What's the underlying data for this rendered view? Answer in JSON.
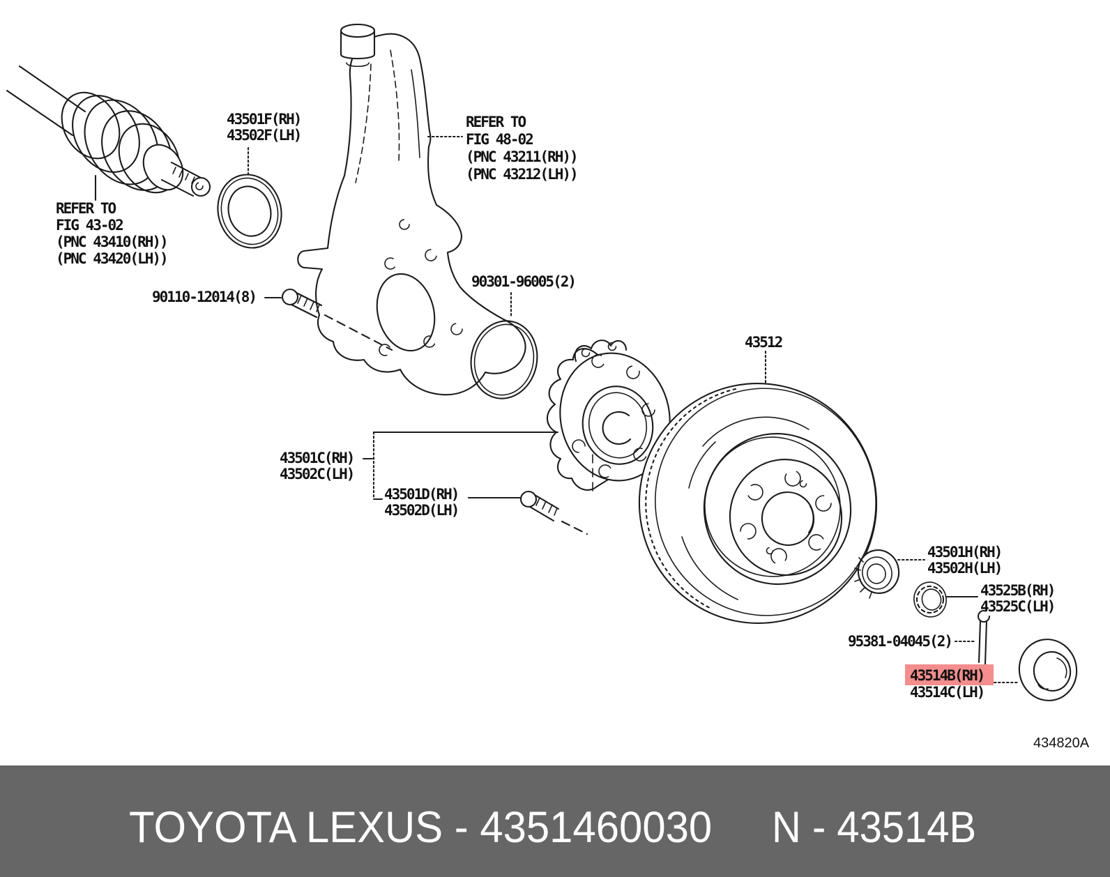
{
  "colors": {
    "line": "#1b1b1b",
    "highlight_bg": "#f48d8d",
    "highlight_text": "#7c1212",
    "banner_bg": "#666666",
    "banner_text": "#ffffff"
  },
  "banner": {
    "left": "TOYOTA LEXUS - 4351460030",
    "right": "N - 43514B"
  },
  "diagram_code": "434820A",
  "callouts": {
    "ref_fig_43_02": {
      "line1": "REFER TO",
      "line2": "FIG 43-02",
      "line3": "(PNC 43410(RH))",
      "line4": "(PNC 43420(LH))"
    },
    "ref_fig_48_02": {
      "line1": "REFER TO",
      "line2": "FIG 48-02",
      "line3": "(PNC 43211(RH))",
      "line4": "(PNC 43212(LH))"
    },
    "knuckle_bolt": "90110-12014(8)",
    "snap_ring": "90301-96005(2)",
    "seal_rh": "43501F(RH)",
    "seal_lh": "43502F(LH)",
    "hub_rh": "43501C(RH)",
    "hub_lh": "43502C(LH)",
    "hub_bolt_rh": "43501D(RH)",
    "hub_bolt_lh": "43502D(LH)",
    "disc": "43512",
    "nut_rh": "43501H(RH)",
    "nut_lh": "43502H(LH)",
    "retainer_rh": "43525B(RH)",
    "retainer_lh": "43525C(LH)",
    "cotter_pin": "95381-04045(2)",
    "cap_rh": "43514B(RH)",
    "cap_lh": "43514C(LH)"
  }
}
